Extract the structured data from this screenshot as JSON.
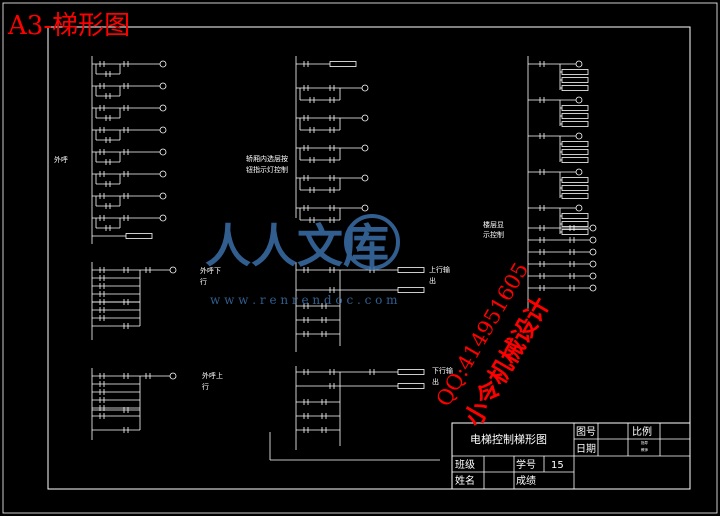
{
  "header": {
    "title": "A3-梯形图"
  },
  "labels": {
    "hall_call": "外呼",
    "car_panel_line1": "轿厢内选层按",
    "car_panel_line2": "钮指示灯控制",
    "hall_down_line1": "外呼下",
    "hall_down_line2": "行",
    "floor_display_line1": "楼层显",
    "floor_display_line2": "示控制",
    "up_output_line1": "上行输",
    "up_output_line2": "出",
    "hall_up_line1": "外呼上",
    "hall_up_line2": "行",
    "down_output_line1": "下行输",
    "down_output_line2": "出"
  },
  "title_block": {
    "drawing_name": "电梯控制梯形图",
    "drawing_no_label": "图号",
    "scale_label": "比例",
    "date_label": "日期",
    "class_label": "班级",
    "student_no_label": "学号",
    "student_no_value": "15",
    "name_label": "姓名",
    "grade_label": "成绩",
    "small_1": "指导",
    "small_2": "教师"
  },
  "watermark": {
    "brand": "人人文库",
    "url": "w w w . r e n r e n d o c . c o m"
  },
  "overlay": {
    "qq": "QQ:414951605",
    "shop": "小令机械设计"
  },
  "colors": {
    "background": "#000000",
    "lines": "#ffffff",
    "accent_red": "#ff0000",
    "watermark": "#3a6fa8"
  }
}
